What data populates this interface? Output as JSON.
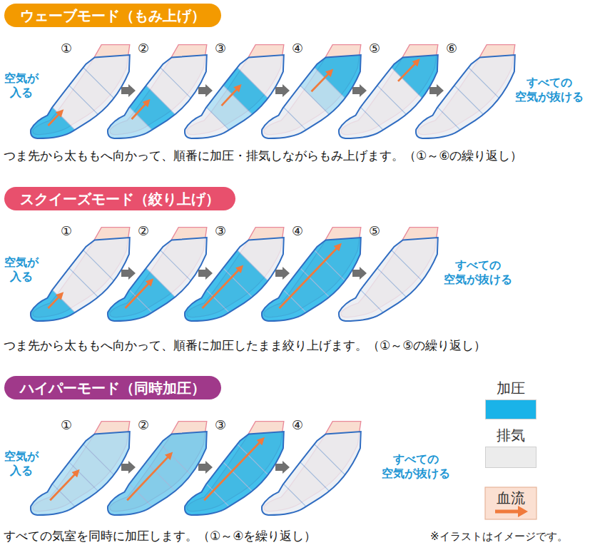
{
  "diagram": {
    "nodes": [
      {
        "text": [
          "ウェーブモード（もみ上げ）"
        ]
      },
      {
        "text": [
          "スクイーズモード（絞り上げ）"
        ]
      },
      {
        "text": [
          "ハイパーモード（同時加圧）"
        ]
      }
    ],
    "labels": [
      "①",
      "②",
      "③",
      "④",
      "⑤",
      "⑥",
      "空気が 入る",
      "すべての 空気が抜ける",
      "つま先から太ももへ向かって、順番に加圧・排気しながらもみ上げます。（①～⑥の繰り返し）",
      "①",
      "②",
      "③",
      "④",
      "⑤",
      "空気が 入る",
      "すべての 空気が抜ける",
      "つま先から太ももへ向かって、順番に加圧したまま絞り上げます。（①～⑤の繰り返し）",
      "①",
      "②",
      "③",
      "④",
      "空気が 入る",
      "すべての 空気が抜ける",
      "すべての気室を同時に加圧します。（①～④を繰り返し）",
      "※イラストはイメージです。"
    ],
    "legend": [
      {
        "text": "加圧",
        "color": "#1ab3e8"
      },
      {
        "text": "排気",
        "color": "#ececec"
      },
      {
        "text": "血流"
      }
    ]
  }
}
